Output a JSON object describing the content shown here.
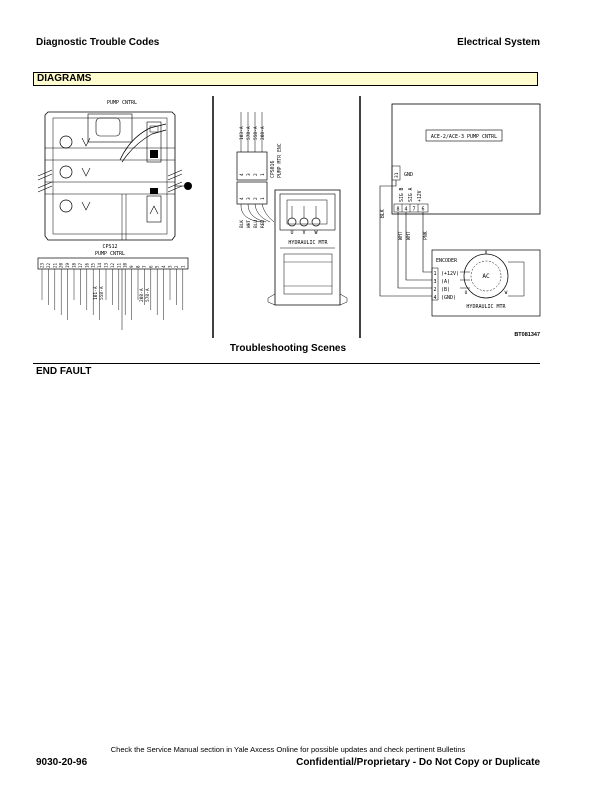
{
  "header": {
    "left": "Diagnostic Trouble Codes",
    "right": "Electrical System"
  },
  "section_title": "DIAGRAMS",
  "diagram": {
    "left_panel": {
      "title": "PUMP CNTRL",
      "connector": "CPS12",
      "connector_sub": "PUMP CNTRL",
      "pins": [
        "23",
        "22",
        "21",
        "20",
        "19",
        "18",
        "17",
        "16",
        "15",
        "14",
        "13",
        "12",
        "11",
        "10",
        "9",
        "8",
        "7",
        "6",
        "5",
        "4",
        "3",
        "2",
        "1"
      ],
      "wires_a": [
        "101-A",
        "558-A"
      ],
      "wires_b": [
        "208-A",
        "578-A"
      ]
    },
    "middle_panel": {
      "wires_top": [
        "103-A",
        "578-A",
        "558-A",
        "208-A"
      ],
      "pins_top": [
        "4",
        "3",
        "2",
        "1"
      ],
      "connector": "CPS016",
      "connector_sub": "PUMP MTR ENC",
      "pins_left": [
        "4",
        "3",
        "2",
        "1"
      ],
      "wires_left": [
        "BLK",
        "WHT",
        "BLU",
        "RED"
      ],
      "terminals": [
        "U",
        "V",
        "W"
      ],
      "motor_label": "HYDRAULIC MTR"
    },
    "right_panel": {
      "controller": "ACE-2/ACE-3 PUMP CNTRL",
      "gnd_label": "GND",
      "pin_31": "31",
      "pin_labels": [
        "SIG B",
        "SIG A",
        "+12V"
      ],
      "pin_numbers": [
        "8",
        "4",
        "7",
        "6"
      ],
      "blk_label": "BLK",
      "wire_labels": [
        "WHT",
        "WHT",
        "PNK"
      ],
      "encoder": "ENCODER",
      "encoder_pins": [
        "1",
        "3",
        "2",
        "4"
      ],
      "encoder_signals": [
        "(+12V)",
        "(A)",
        "(B)",
        "(GND)"
      ],
      "motor_ac": "AC",
      "motor_terminals": [
        "U",
        "V",
        "W"
      ],
      "motor_label": "HYDRAULIC MTR",
      "figure_id": "BT081347"
    }
  },
  "caption": "Troubleshooting Scenes",
  "end_label": "END FAULT",
  "footer": {
    "note": "Check the Service Manual section in Yale Axcess Online for possible updates and check pertinent Bulletins",
    "page_number": "9030-20-96",
    "confidential": "Confidential/Proprietary - Do Not Copy or Duplicate"
  }
}
